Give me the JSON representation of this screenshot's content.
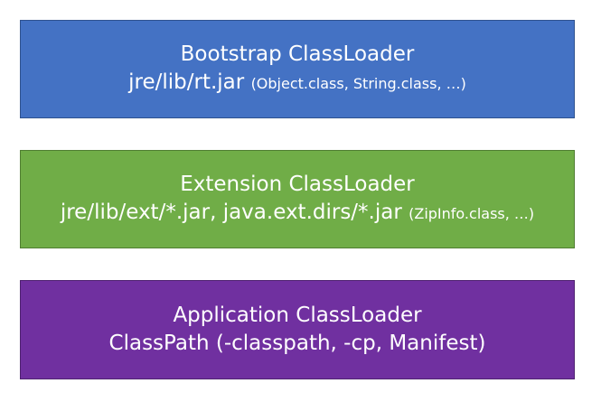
{
  "diagram": {
    "boxes": [
      {
        "title": "Bootstrap ClassLoader",
        "path": "jre/lib/rt.jar",
        "note": "(Object.class, String.class, …)",
        "fill": "#4472c4"
      },
      {
        "title": "Extension ClassLoader",
        "path": "jre/lib/ext/*.jar, java.ext.dirs/*.jar",
        "note": "(ZipInfo.class, …)",
        "fill": "#70ad47"
      },
      {
        "title": "Application ClassLoader",
        "path": "ClassPath (-classpath, -cp, Manifest)",
        "note": "",
        "fill": "#7030a0"
      }
    ]
  }
}
